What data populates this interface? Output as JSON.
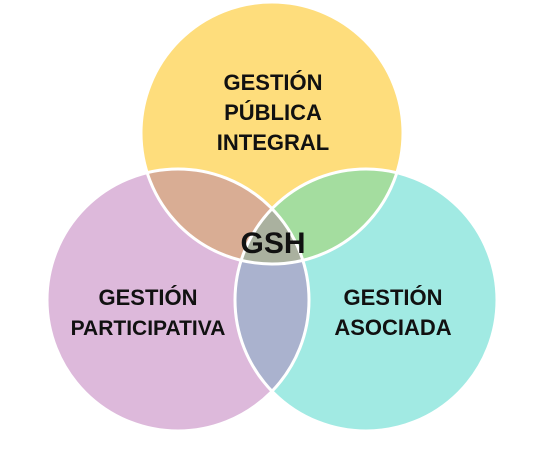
{
  "diagram": {
    "top_circle": {
      "label_lines": [
        "GESTIÓN",
        "PÚBLICA",
        "INTEGRAL"
      ],
      "color": "#FEDD7C"
    },
    "left_circle": {
      "label_lines": [
        "GESTIÓN",
        "PARTICIPATIVA"
      ],
      "color": "#DDB9DB"
    },
    "right_circle": {
      "label_lines": [
        "GESTIÓN",
        "ASOCIADA"
      ],
      "color": "#A1EAE3"
    },
    "overlaps": {
      "top_left": "#D9AD94",
      "top_right": "#A4DD9F",
      "left_right": "#AAB2CE",
      "center": "#AAB19F"
    },
    "center_label": "GSH",
    "outline_color": "#FFFFFF"
  }
}
